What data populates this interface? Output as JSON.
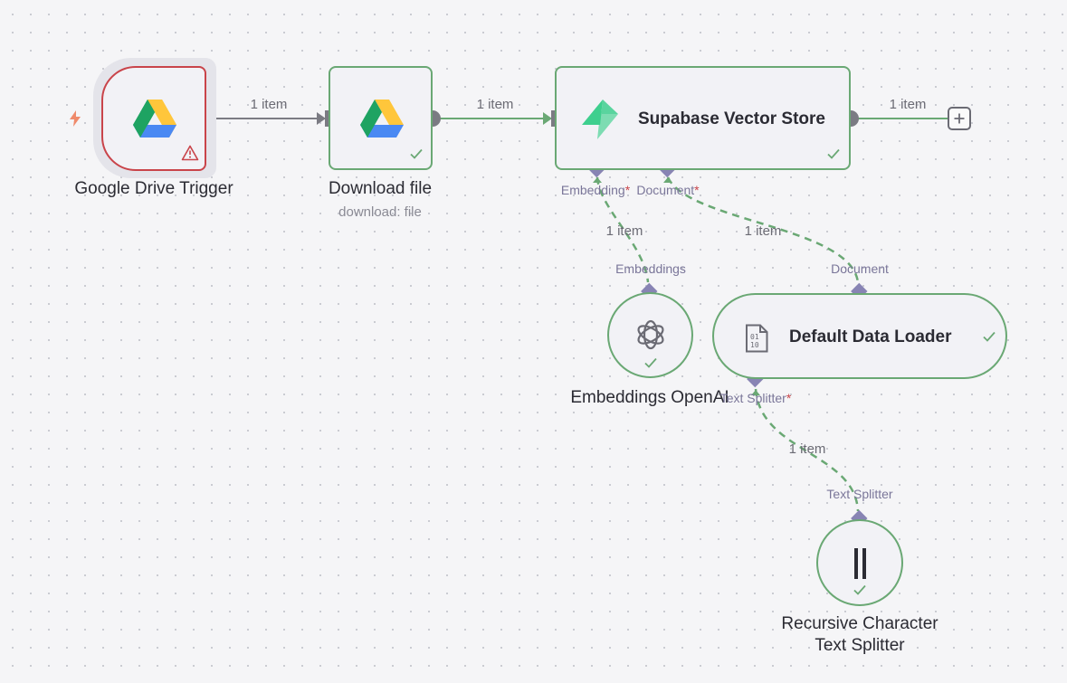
{
  "nodes": {
    "google_drive_trigger": {
      "title": "Google Drive Trigger",
      "icon": "google-drive-icon",
      "status": "warning"
    },
    "download_file": {
      "title": "Download file",
      "subtitle": "download: file",
      "icon": "google-drive-icon",
      "status": "success"
    },
    "supabase_vector_store": {
      "title": "Supabase Vector Store",
      "icon": "supabase-icon",
      "status": "success",
      "ports": {
        "embedding": "Embedding",
        "document": "Document"
      }
    },
    "embeddings_openai": {
      "title": "Embeddings OpenAI",
      "icon": "openai-icon",
      "status": "success",
      "port": "Embeddings"
    },
    "default_data_loader": {
      "title": "Default Data Loader",
      "icon": "binary-file-icon",
      "status": "success",
      "port": "Document",
      "ports": {
        "text_splitter": "Text Splitter"
      }
    },
    "recursive_character_text_splitter": {
      "title_line1": "Recursive Character",
      "title_line2": "Text Splitter",
      "icon": "splitter-bars-icon",
      "status": "success",
      "port": "Text Splitter"
    }
  },
  "connections": {
    "trigger_to_download": "1 item",
    "download_to_supabase": "1 item",
    "supabase_output": "1 item",
    "embeddings_to_supabase": "1 item",
    "loader_to_supabase": "1 item",
    "splitter_to_loader": "1 item"
  },
  "required_marker": "*",
  "colors": {
    "success": "#6aa874",
    "error": "#c9444a",
    "port": "#8884b4",
    "connector": "#6b6b74",
    "trigger_bolt": "#ef8a6b"
  }
}
